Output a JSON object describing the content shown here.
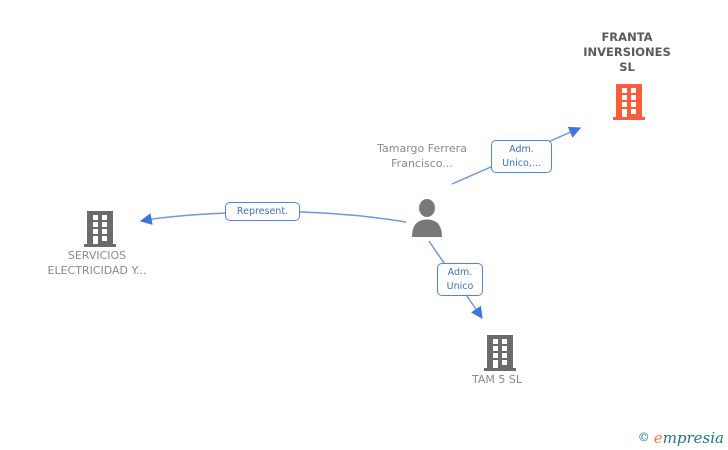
{
  "diagram": {
    "background_color": "#ffffff",
    "accent_blue": "#4d87dd",
    "line_blue": "#6b97e6",
    "company_orange": "#F95D3B",
    "company_gray": "#6b6b6b",
    "person_gray": "#787878",
    "nodes": {
      "franta": {
        "label": "FRANTA INVERSIONES SL",
        "type": "company",
        "icon": "building-icon",
        "icon_color": "#F95D3B"
      },
      "person": {
        "label": "Tamargo Ferrera Francisco...",
        "type": "person",
        "icon": "person-icon",
        "icon_color": "#787878"
      },
      "servicios": {
        "label": "SERVICIOS ELECTRICIDAD Y...",
        "type": "company",
        "icon": "building-icon",
        "icon_color": "#6b6b6b"
      },
      "tam5": {
        "label": "TAM 5 SL",
        "type": "company",
        "icon": "building-icon",
        "icon_color": "#6b6b6b"
      }
    },
    "edges": [
      {
        "label": "Adm. Unico,...",
        "from": "person",
        "to": "franta"
      },
      {
        "label": "Represent.",
        "from": "person",
        "to": "servicios"
      },
      {
        "label": "Adm. Unico",
        "from": "person",
        "to": "tam5"
      }
    ],
    "footer": {
      "copyright": "©",
      "brand_first_letter": "e",
      "brand_rest": "mpresia",
      "teal": "#1d7688",
      "orange": "#ee7d28"
    }
  }
}
